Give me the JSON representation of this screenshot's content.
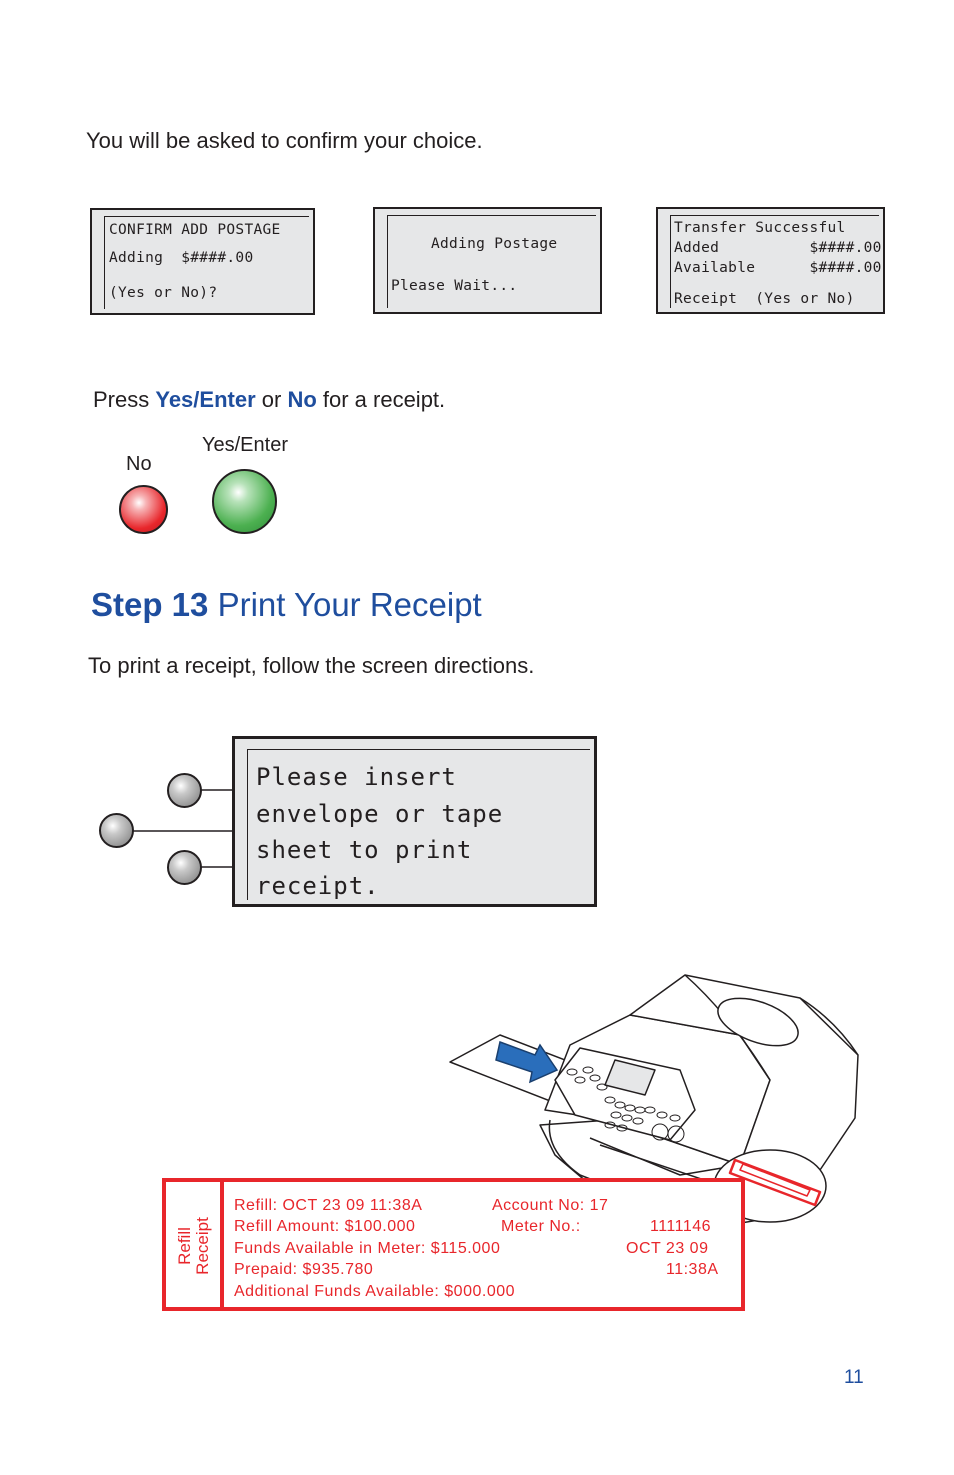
{
  "intro_text": "You will be asked to confirm your choice.",
  "screen1": {
    "line1": "CONFIRM ADD POSTAGE",
    "line2": "Adding  $####.00",
    "line3": "(Yes or No)?"
  },
  "screen2": {
    "line1": "Adding Postage",
    "line2": "Please Wait..."
  },
  "screen3": {
    "line1": "Transfer Successful",
    "line2": "Added          $####.00",
    "line3": "Available      $####.00",
    "line4": "Receipt  (Yes or No)"
  },
  "press": {
    "prefix": "Press ",
    "yes": "Yes/Enter",
    "middle": " or ",
    "no": "No",
    "suffix": " for a receipt."
  },
  "buttons": {
    "no_label": "No",
    "yes_label": "Yes/Enter"
  },
  "step": {
    "number": "Step 13",
    "title": "Print Your Receipt",
    "instruction": "To print a receipt, follow the screen directions."
  },
  "big_screen": {
    "line1": "Please insert",
    "line2": "envelope or tape",
    "line3": "sheet to print",
    "line4": "receipt."
  },
  "receipt": {
    "side_label_1": "Refill",
    "side_label_2": "Receipt",
    "line1_left": "Refill: OCT 23 09 11:38A",
    "line1_right": "Account No: 17",
    "line2_left": "Refill Amount: $100.000",
    "line2_mid": "Meter No.:",
    "line2_right": "1111146",
    "line3_left": "Funds Available in Meter: $115.000",
    "line3_right": "OCT 23 09",
    "line4_left": "Prepaid: $935.780",
    "line4_right": "11:38A",
    "line5_left": "Additional Funds Available: $000.000"
  },
  "page_number": "11",
  "colors": {
    "accent_blue": "#1f4e9e",
    "receipt_red": "#e8262b",
    "lcd_bg": "#e6e7e8"
  }
}
